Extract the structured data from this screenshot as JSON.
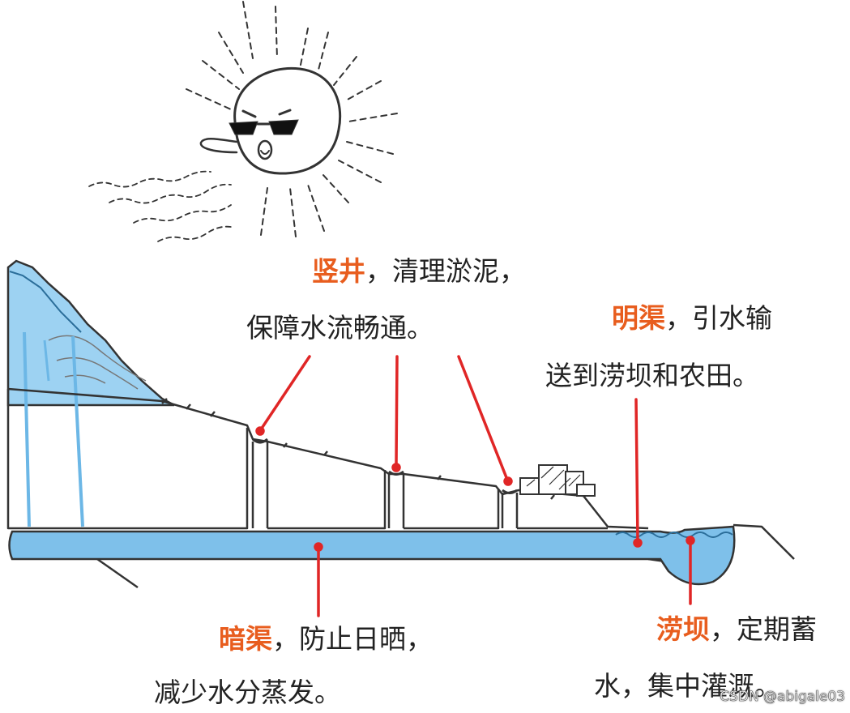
{
  "colors": {
    "accent": "#e85d1e",
    "pointer": "#e02626",
    "water": "#7ec0ea",
    "ink": "#333333"
  },
  "sun": {
    "icon": "sun-with-sunglasses-icon"
  },
  "labels": {
    "shaft": {
      "key": "竖井",
      "line1_rest": "，清理淤泥，",
      "line2": "保障水流畅通。"
    },
    "open_canal": {
      "key": "明渠",
      "line1_rest": "，引水输",
      "line2": "送到涝坝和农田。"
    },
    "dark_canal": {
      "key": "暗渠",
      "line1_rest": "，防止日晒，",
      "line2": "减少水分蒸发。"
    },
    "pond": {
      "key": "涝坝",
      "line1_rest": "，定期蓄",
      "line2": "水，集中灌溉。"
    }
  },
  "watermark": "CSDN @abigale03"
}
